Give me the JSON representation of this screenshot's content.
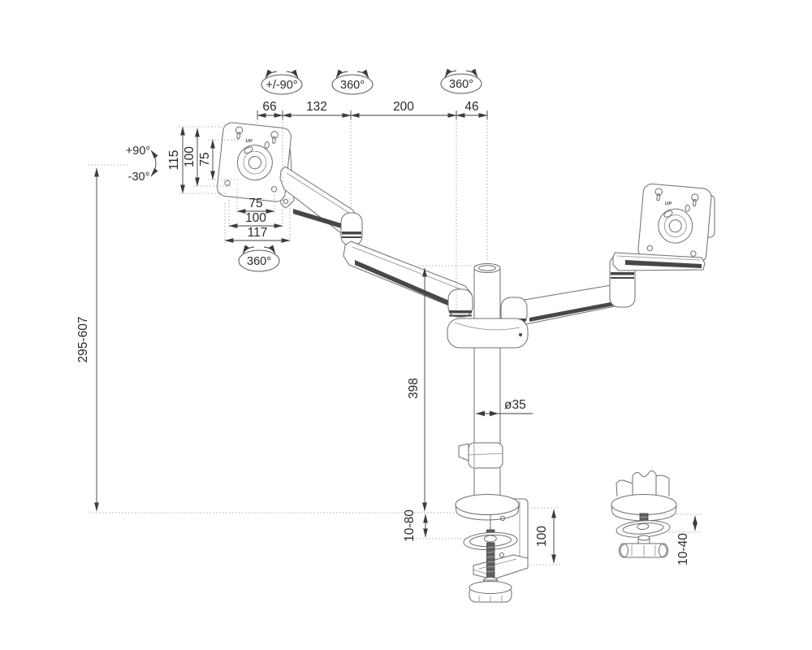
{
  "drawing": {
    "type": "technical-dimension-drawing",
    "subject": "dual-monitor-arm-desk-mount",
    "units": "mm"
  },
  "colors": {
    "background": "#ffffff",
    "hardware_line": "#6e6e6e",
    "dimension_line": "#3c3c3c",
    "text": "#2a2a2a",
    "accent_strip": "#474747",
    "dotted_reference": "#9a9a9a"
  },
  "dims": {
    "top_chain": [
      "66",
      "132",
      "200",
      "46"
    ],
    "height_range": "295-607",
    "pole_upper": "398",
    "pole_diameter": "ø35",
    "clamp_range": "10-80",
    "clamp_height": "100",
    "grommet_range": "10-40",
    "vesa_left": {
      "outer_height": "115",
      "hole_height": "100",
      "slot_height": "75",
      "slot_width": "75",
      "hole_width": "100",
      "outer_width": "117"
    }
  },
  "rotations": {
    "head_tilt_pan": "+/-90°",
    "elbow_swivel": "360°",
    "pole_swivel": "360°",
    "vesa_rotate": "360°",
    "tilt_up": "+90°",
    "tilt_down": "-30°"
  },
  "marks": {
    "up_left": "UP",
    "up_right": "UP"
  }
}
